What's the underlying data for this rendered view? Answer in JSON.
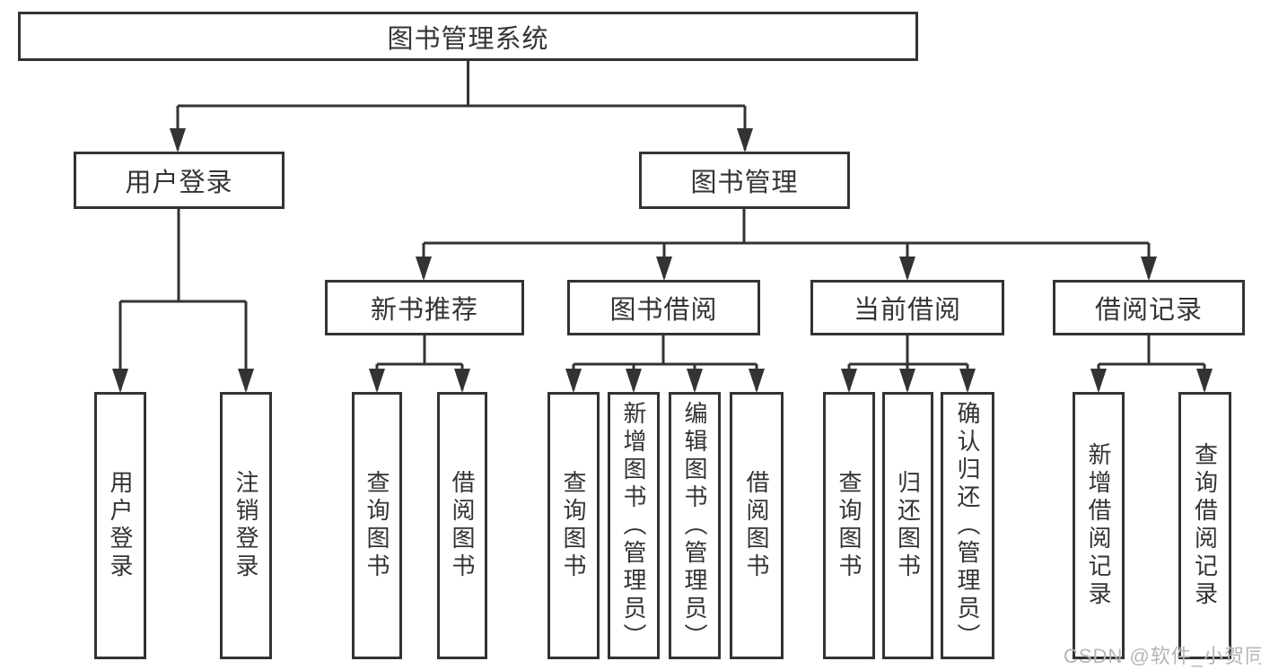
{
  "colors": {
    "line": "#333333",
    "text": "#333333",
    "watermark": "#b5b5b5",
    "background": "#ffffff"
  },
  "watermark": {
    "text": "CSDN @软件_小贺同学"
  },
  "tree": {
    "label": "图书管理系统",
    "children": [
      {
        "label": "用户登录",
        "children": [
          {
            "label": "用户登录"
          },
          {
            "label": "注销登录"
          }
        ]
      },
      {
        "label": "图书管理",
        "children": [
          {
            "label": "新书推荐",
            "children": [
              {
                "label": "查询图书"
              },
              {
                "label": "借阅图书"
              }
            ]
          },
          {
            "label": "图书借阅",
            "children": [
              {
                "label": "查询图书"
              },
              {
                "label": "新增图书（管理员）"
              },
              {
                "label": "编辑图书（管理员）"
              },
              {
                "label": "借阅图书"
              }
            ]
          },
          {
            "label": "当前借阅",
            "children": [
              {
                "label": "查询图书"
              },
              {
                "label": "归还图书"
              },
              {
                "label": "确认归还（管理员）"
              }
            ]
          },
          {
            "label": "借阅记录",
            "children": [
              {
                "label": "新增借阅记录"
              },
              {
                "label": "查询借阅记录"
              }
            ]
          }
        ]
      }
    ]
  }
}
